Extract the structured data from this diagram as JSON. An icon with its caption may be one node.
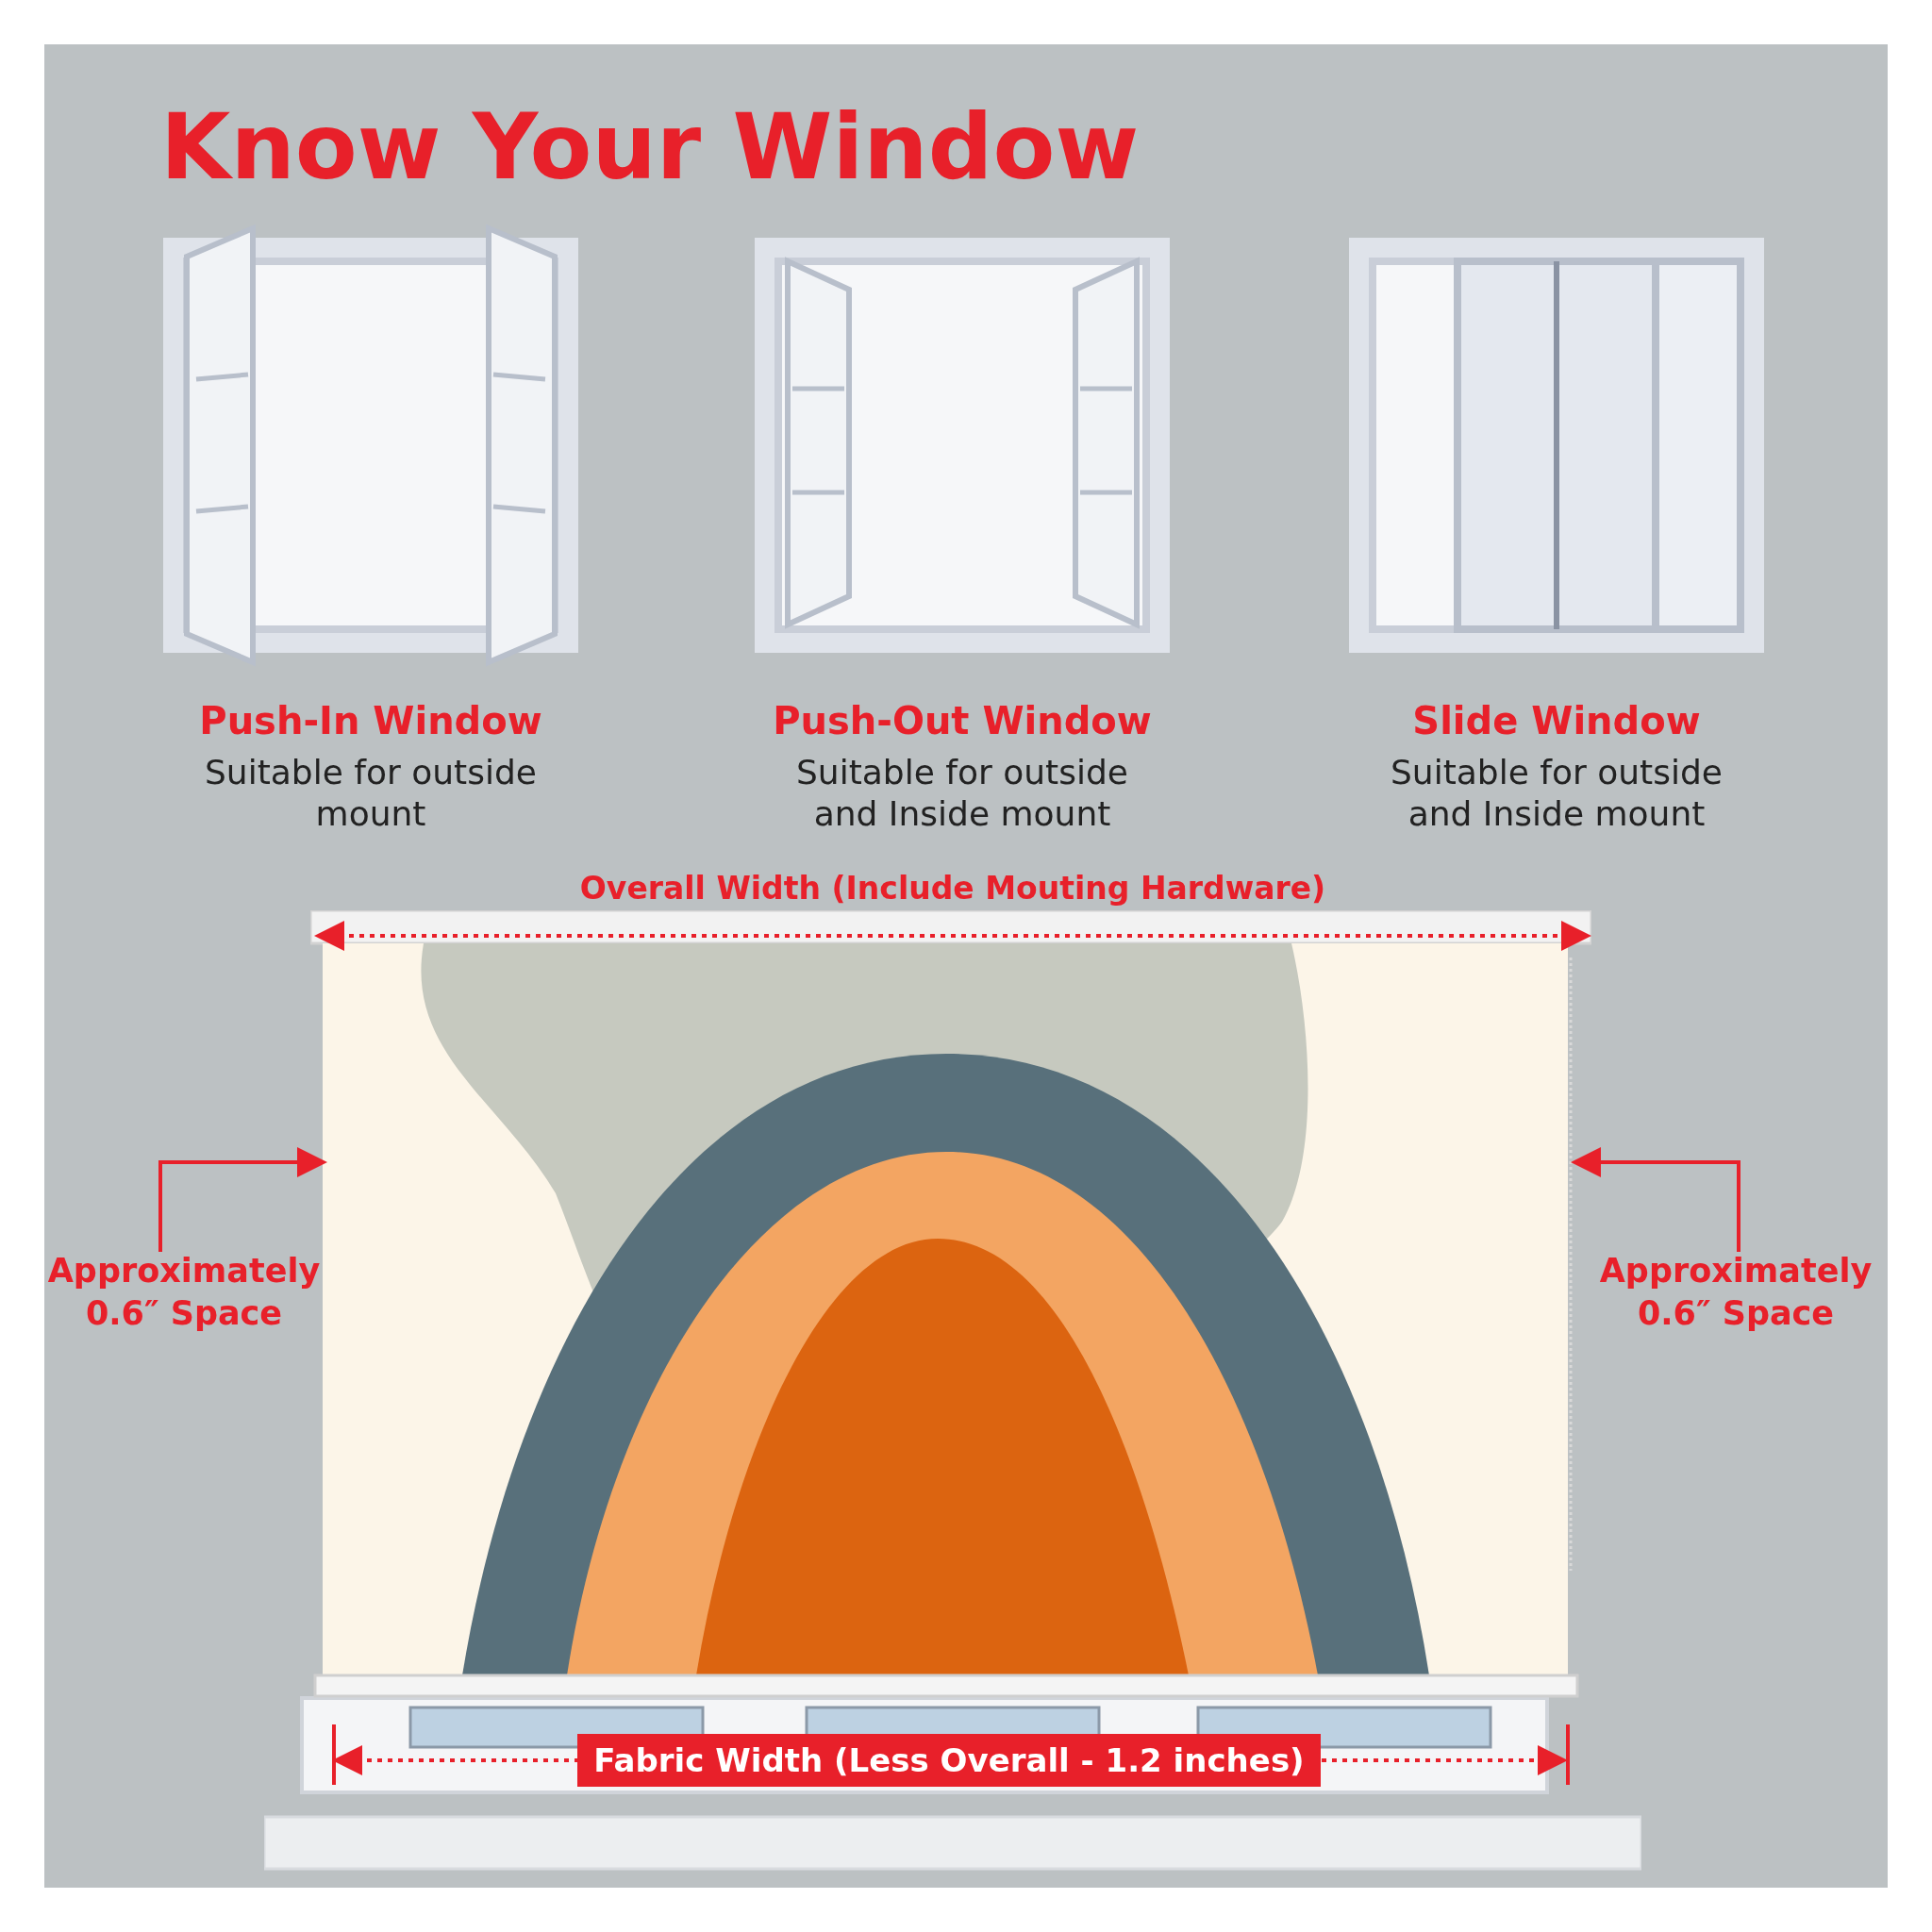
{
  "diagram": {
    "title": "Know Your Window",
    "nodes": [
      {
        "text": [
          "Push-In Window",
          "Suitable for outside mount"
        ]
      },
      {
        "text": [
          "Push-Out Window",
          "Suitable for outside and Inside mount"
        ]
      },
      {
        "text": [
          "Slide Window",
          "Suitable for outside and Inside mount"
        ]
      },
      {
        "text": [
          "Approximately 0.6″ Space"
        ]
      },
      {
        "text": [
          "Approximately 0.6″ Space"
        ]
      },
      {
        "text": [],
        "shape": "picture"
      }
    ],
    "edges": [
      {
        "from": 3,
        "to": 5,
        "arrow": "to"
      },
      {
        "from": 4,
        "to": 5,
        "arrow": "to"
      }
    ],
    "labels": [
      "Overall Width (Include Mouting Hardware)",
      "Fabric Width (Less Overall - 1.2 inches)"
    ]
  }
}
